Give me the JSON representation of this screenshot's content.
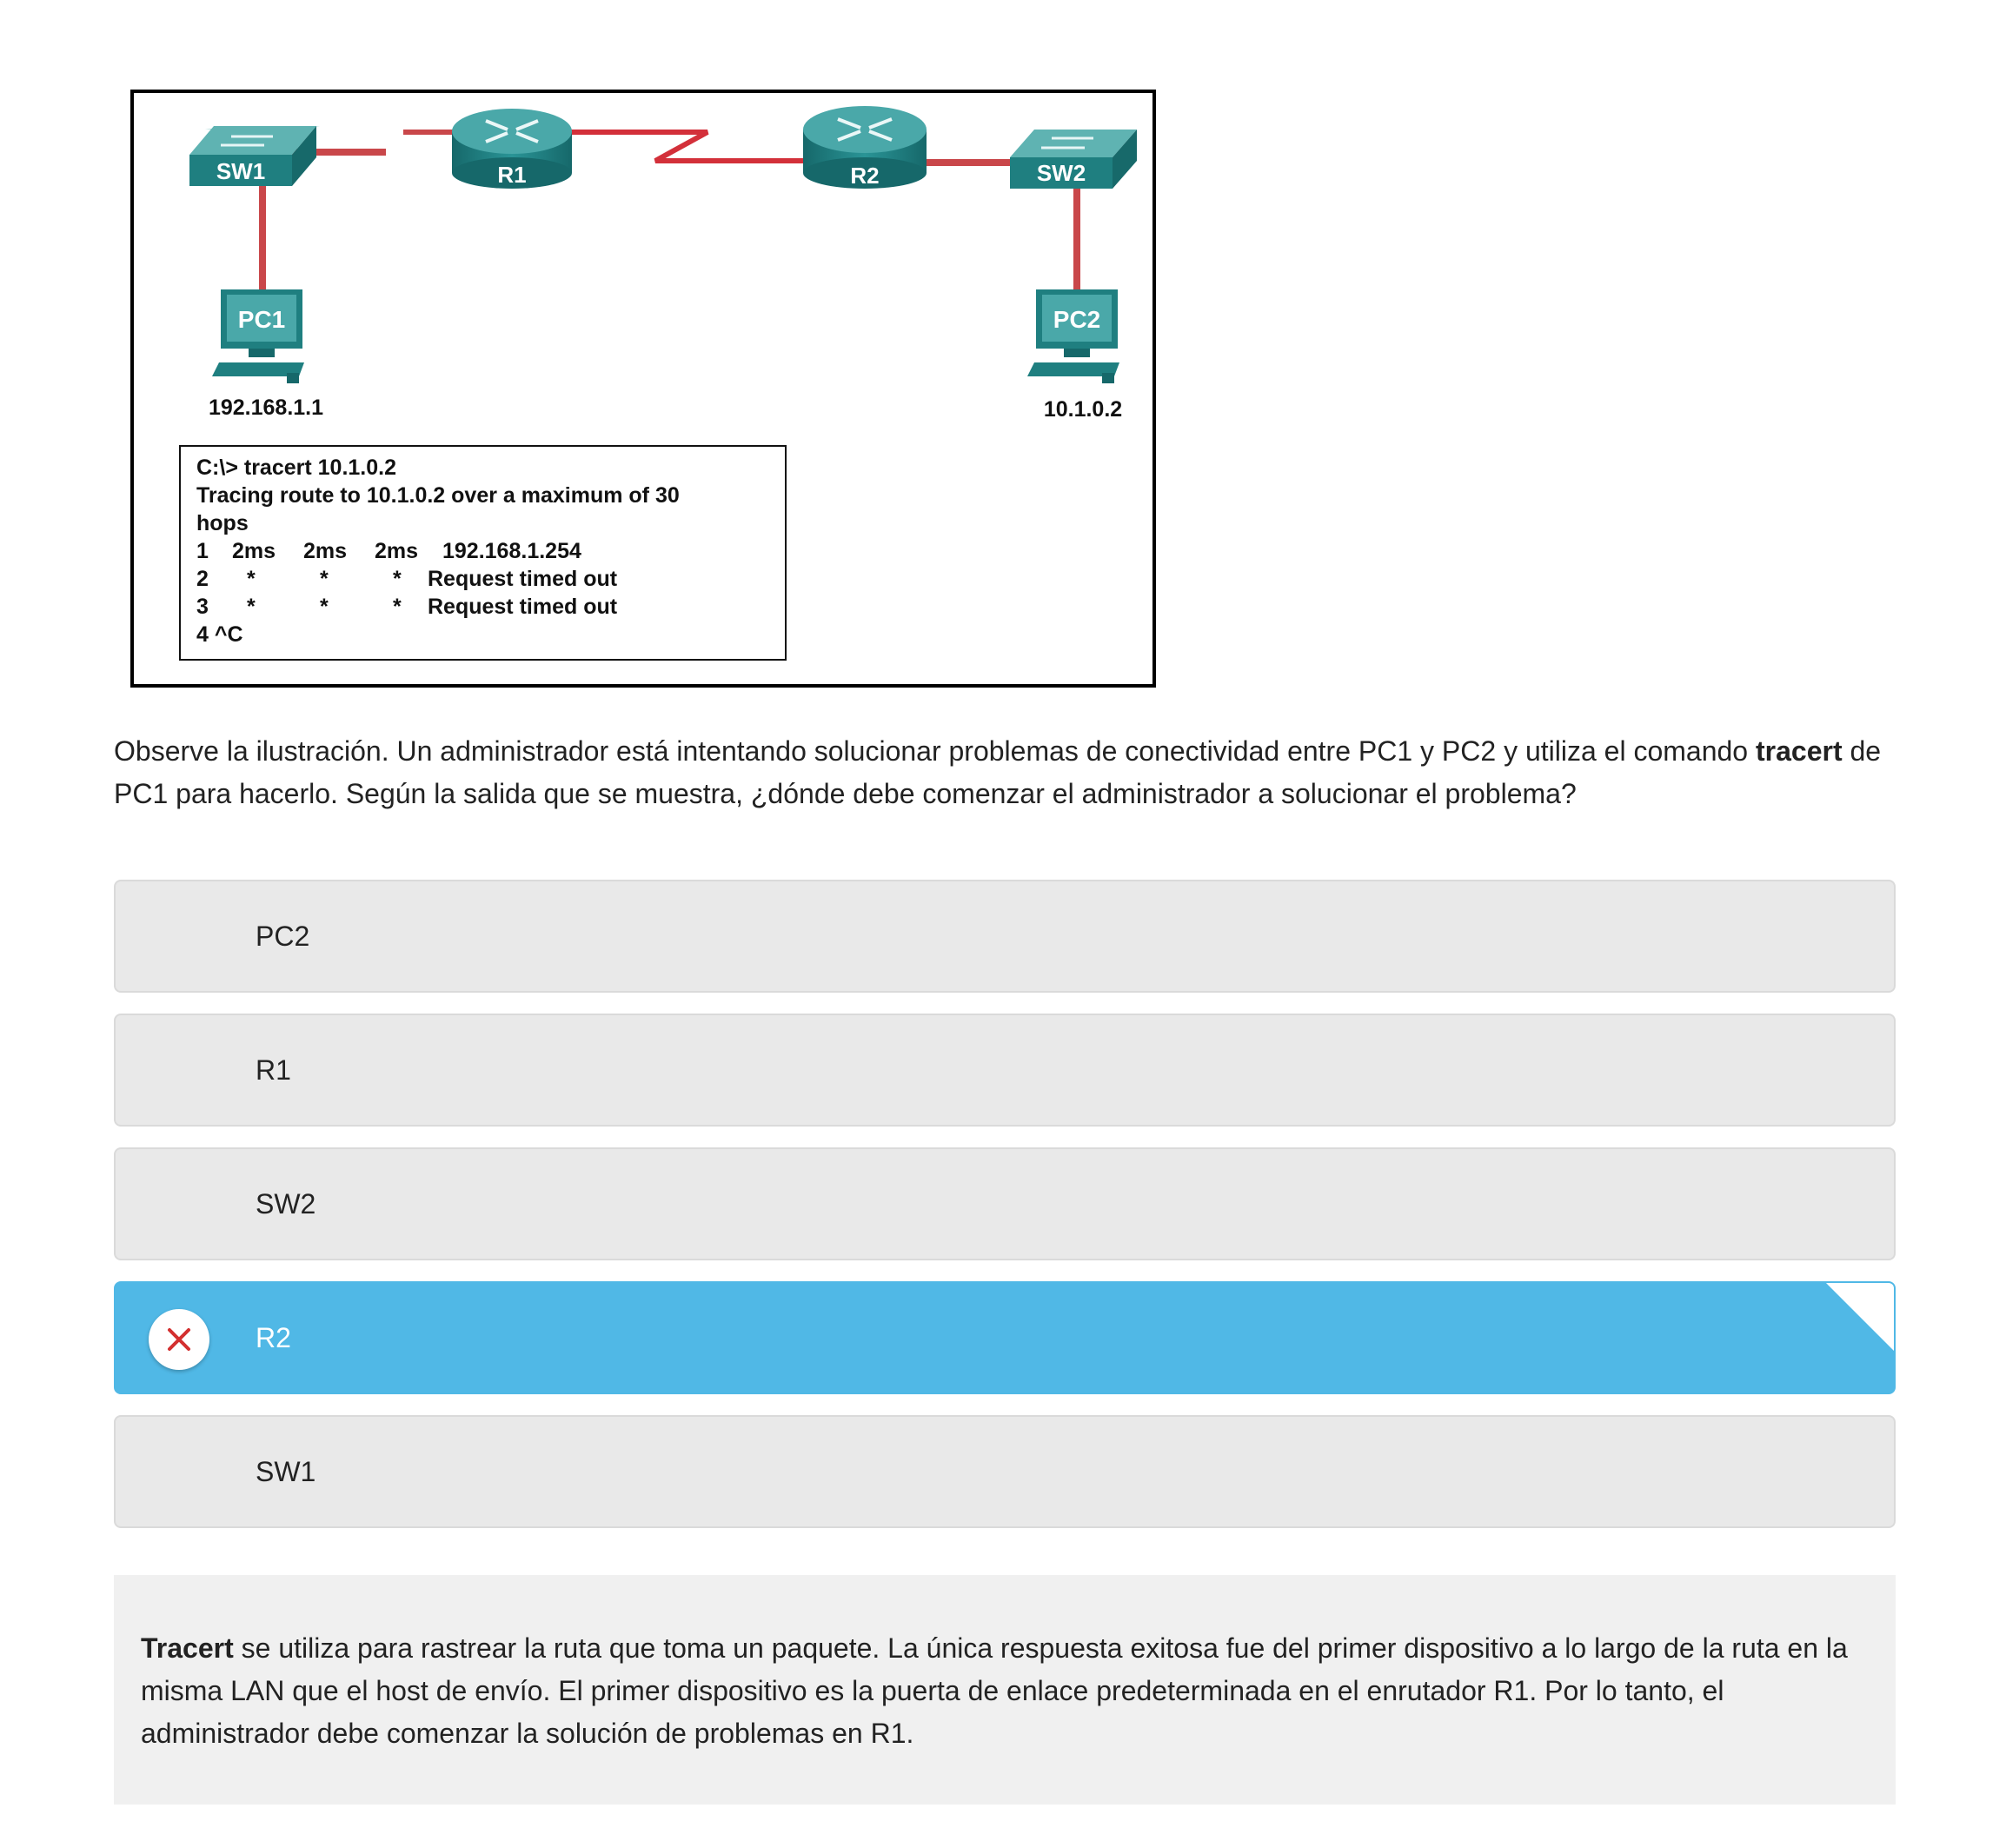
{
  "figure": {
    "devices": {
      "sw1": "SW1",
      "r1": "R1",
      "r2": "R2",
      "sw2": "SW2",
      "pc1": "PC1",
      "pc2": "PC2"
    },
    "pc1_ip": "192.168.1.1",
    "pc2_ip": "10.1.0.2",
    "terminal": {
      "command": "C:\\> tracert 10.1.0.2",
      "line1": "Tracing route to 10.1.0.2 over a maximum of 30",
      "line2": "hops",
      "hop1": {
        "num": "1",
        "t1": "2ms",
        "t2": "2ms",
        "t3": "2ms",
        "result": "192.168.1.254"
      },
      "hop2": {
        "num": "2",
        "t1": "*",
        "t2": "*",
        "t3": "*",
        "result": "Request timed out"
      },
      "hop3": {
        "num": "3",
        "t1": "*",
        "t2": "*",
        "t3": "*",
        "result": "Request timed out"
      },
      "hop4": "4 ^C"
    },
    "colors": {
      "link": "#c9474a",
      "serial": "#d3303a",
      "device": "#1f7f80"
    }
  },
  "question": {
    "part1": "Observe la ilustración. Un administrador está intentando solucionar problemas de conectividad entre PC1 y PC2 y utiliza el comando ",
    "bold": "tracert",
    "part2": " de PC1 para hacerlo. Según la salida que se muestra, ¿dónde debe comenzar el administrador a solucionar el problema?"
  },
  "options": [
    {
      "label": "PC2"
    },
    {
      "label": "R1"
    },
    {
      "label": "SW2"
    },
    {
      "label": "R2",
      "selected": true,
      "status": "incorrect"
    },
    {
      "label": "SW1"
    }
  ],
  "feedback": {
    "bold": "Tracert",
    "text": " se utiliza para rastrear la ruta que toma un paquete. La única respuesta exitosa fue del primer dispositivo a lo largo de la ruta en la misma LAN que el host de envío. El primer dispositivo es la puerta de enlace predeterminada en el enrutador R1. Por lo tanto, el administrador debe comenzar la solución de problemas en R1."
  },
  "theme": {
    "selected_color": "#50b8e6",
    "option_bg": "#e9e9e9",
    "incorrect_icon_color": "#d32f2f"
  }
}
